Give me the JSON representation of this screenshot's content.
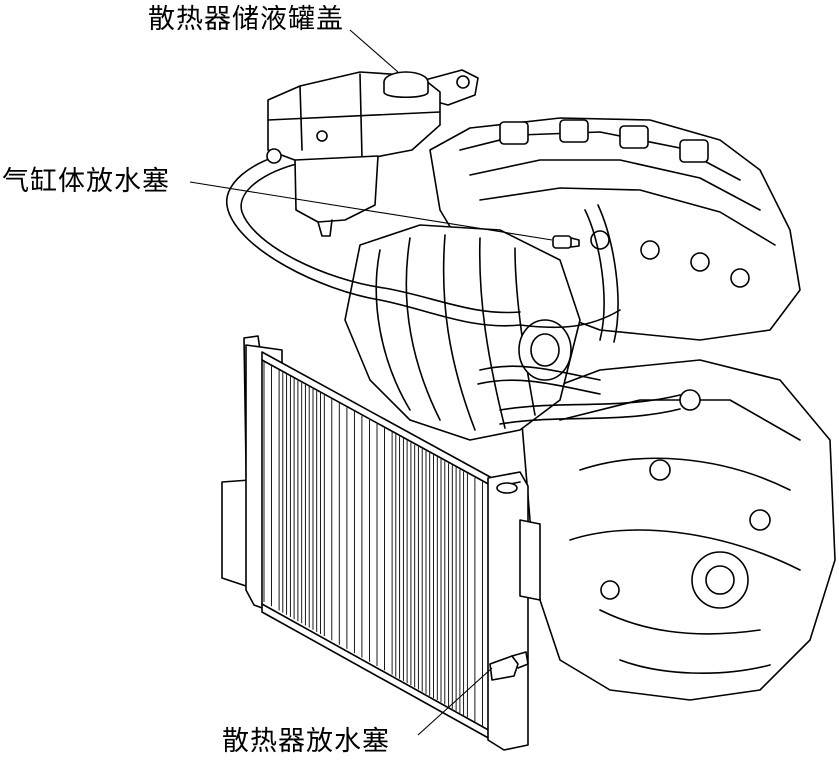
{
  "labels": {
    "reservoir_cap": "散热器储液罐盖",
    "cylinder_block_drain_plug": "气缸体放水塞",
    "radiator_drain_plug": "散热器放水塞"
  },
  "colors": {
    "line": "#000000",
    "background": "#ffffff"
  }
}
